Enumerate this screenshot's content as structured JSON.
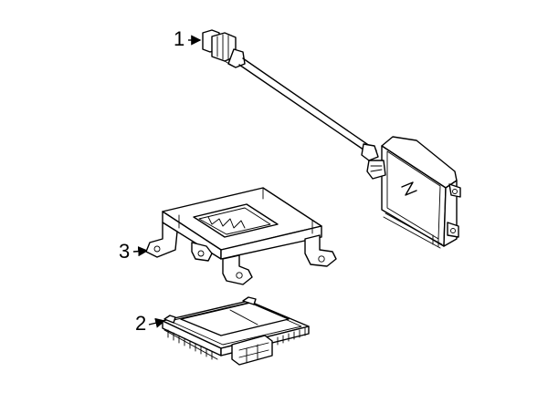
{
  "callouts": [
    {
      "number": "1",
      "part": "connector-with-cable"
    },
    {
      "number": "2",
      "part": "control-module"
    },
    {
      "number": "3",
      "part": "mounting-bracket"
    }
  ],
  "colors": {
    "line": "#000000",
    "background": "#ffffff"
  }
}
